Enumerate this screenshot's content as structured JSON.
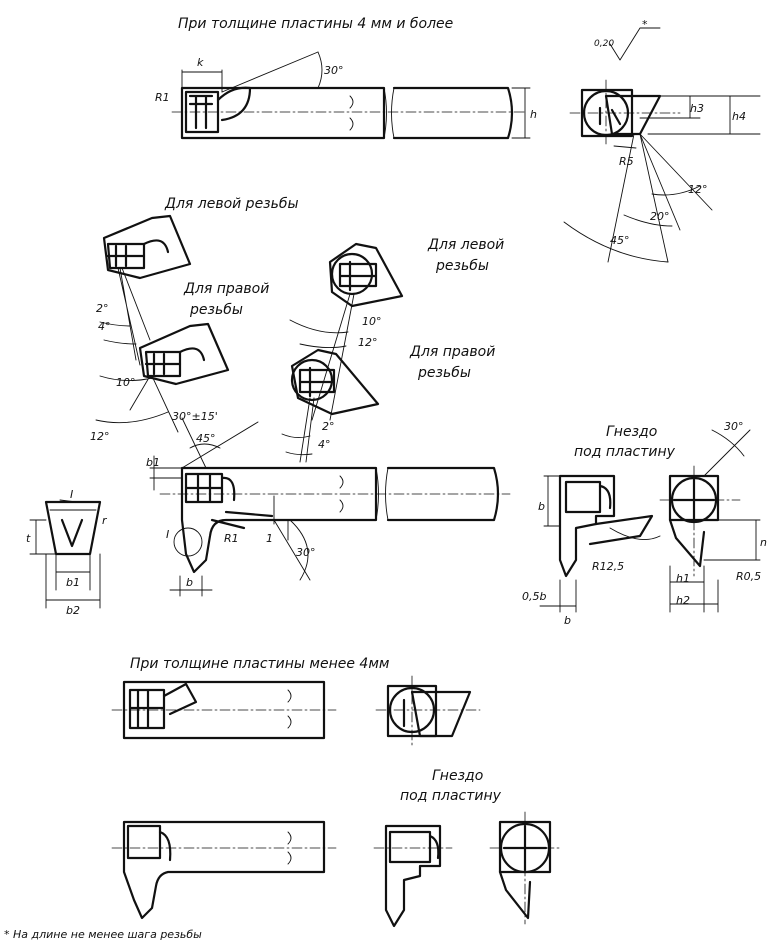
{
  "captions": {
    "thick_plate": "При толщине пластины  4 мм и более",
    "left_thread_1": "Для левой резьбы",
    "right_thread_1_line1": "Для правой",
    "right_thread_1_line2": "резьбы",
    "left_thread_2_line1": "Для левой",
    "left_thread_2_line2": "резьбы",
    "right_thread_2_line1": "Для правой",
    "right_thread_2_line2": "резьбы",
    "socket_1_line1": "Гнездо",
    "socket_1_line2": "под пластину",
    "thin_plate": "При толщине пластины  менее 4мм",
    "socket_2_line1": "Гнездо",
    "socket_2_line2": "под пластину",
    "footnote": "* На длине не менее шага резьбы"
  },
  "dimensions": {
    "k": "k",
    "R1_top": "R1",
    "angle_30_top": "30°",
    "h": "h",
    "roughness": "0,20",
    "star": "*",
    "h3": "h3",
    "h4": "h4",
    "R5": "R5",
    "angle_12": "12°",
    "angle_20": "20°",
    "angle_45": "45°",
    "angle_2_a": "2°",
    "angle_4_a": "4°",
    "angle_10_a": "10°",
    "angle_12_a": "12°",
    "angle_10_b": "10°",
    "angle_12_b": "12°",
    "angle_2_b": "2°",
    "angle_4_b": "4°",
    "angle_30_15": "30°±15'",
    "angle_45_mid": "45°",
    "b1": "b1",
    "t": "t",
    "r": "r",
    "I_label_1": "I",
    "b1_sect": "b1",
    "b2_sect": "b2",
    "I_label_2": "I",
    "R1_mid": "R1",
    "angle_30_mid": "30°",
    "one": "1",
    "b_mid": "b",
    "b_end": "b",
    "half_b": "0,5b",
    "b_bottom": "b",
    "R12_5": "R12,5",
    "angle_30_socket": "30°",
    "n": "n",
    "h1": "h1",
    "h2": "h2",
    "R0_5": "R0,5"
  }
}
